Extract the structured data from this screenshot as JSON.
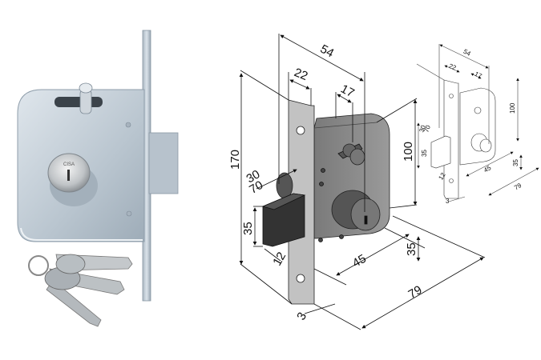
{
  "photo": {
    "cylinder_brand": "CISA",
    "colors": {
      "steel_light": "#c9d3dc",
      "steel_mid": "#a9b6c2",
      "steel_dark": "#7d8a96",
      "plate": "#b8c3cc"
    }
  },
  "drawing_large": {
    "dimensions": {
      "overall_depth": "54",
      "faceplate_width": "22",
      "knob_offset": "17",
      "faceplate_height": "170",
      "body_height": "100",
      "bolt_throw_a": "30",
      "bolt_throw_b": "70",
      "bolt_height": "35",
      "bolt_thickness": "12",
      "backset": "45",
      "cylinder_offset": "35",
      "body_length": "79",
      "faceplate_thickness": "3"
    },
    "colors": {
      "body": "#8a8a8a",
      "bolt": "#2e2e2e",
      "plate": "#bdbdbd"
    }
  },
  "drawing_small": {
    "dimensions": {
      "overall_depth": "54",
      "faceplate_width": "22",
      "knob_offset": "17",
      "body_height": "100",
      "bolt_throw_a": "30",
      "bolt_throw_b": "70",
      "bolt_height": "35",
      "bolt_thickness": "12",
      "backset": "45",
      "cylinder_offset": "35",
      "body_length": "79",
      "faceplate_thickness": "3"
    }
  }
}
